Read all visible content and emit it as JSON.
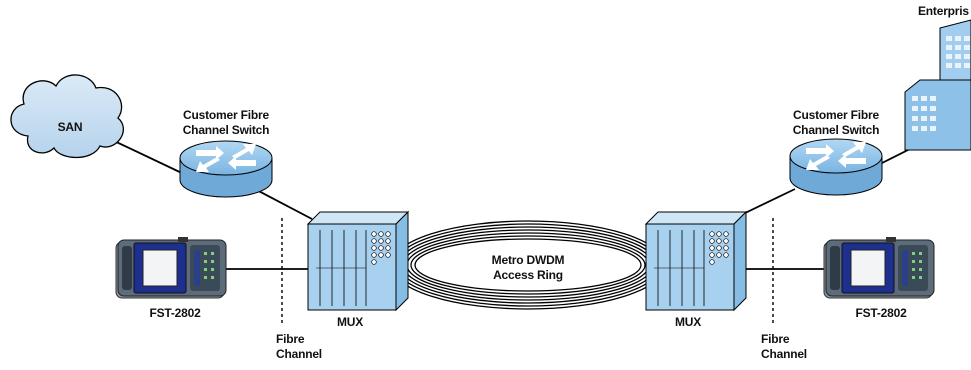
{
  "labels": {
    "san": "SAN",
    "enterprise": "Enterpris",
    "switch_left": [
      "Customer Fibre",
      "Channel Switch"
    ],
    "switch_right": [
      "Customer Fibre",
      "Channel Switch"
    ],
    "ring": [
      "Metro DWDM",
      "Access Ring"
    ],
    "mux_left": "MUX",
    "mux_right": "MUX",
    "device_left": "FST-2802",
    "device_right": "FST-2802",
    "fc_left": [
      "Fibre",
      "Channel"
    ],
    "fc_right": [
      "Fibre",
      "Channel"
    ]
  },
  "colors": {
    "cloud": "#c6def1",
    "router": "#8fc3ea",
    "mux": "#a7d1ef",
    "building": "#8ec1e8",
    "line": "#000000",
    "device_frame": "#6d7b88",
    "device_screen": "#1d2f8f"
  },
  "icons": {
    "cloud": "cloud-icon",
    "router": "router-icon",
    "mux": "mux-icon",
    "building": "building-icon",
    "device": "test-device-icon"
  }
}
